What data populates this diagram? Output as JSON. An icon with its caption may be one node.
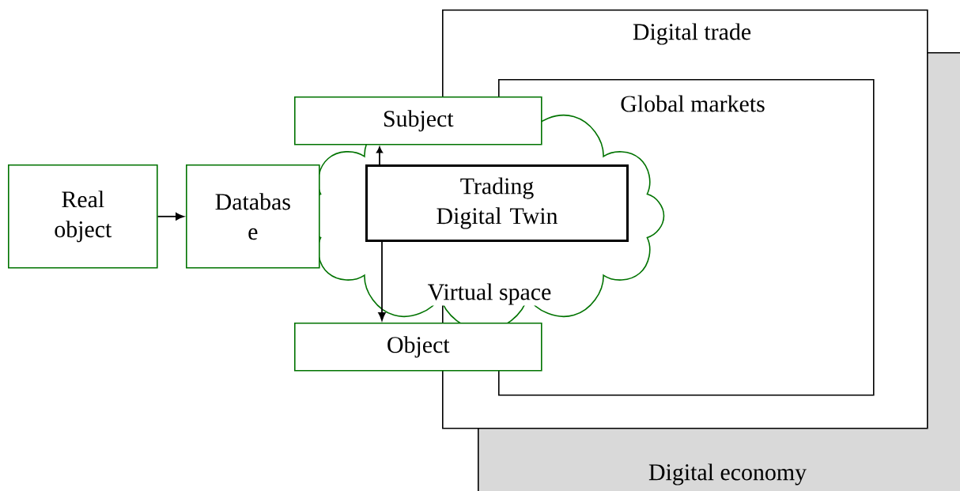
{
  "diagram": {
    "nodes": [
      {
        "text": [
          "Digital economy"
        ]
      },
      {
        "text": [
          "Digital trade"
        ]
      },
      {
        "text": [
          "Global markets"
        ],
        "in": 1
      },
      {
        "text": [
          "Virtual space"
        ]
      },
      {
        "text": [
          "Real object"
        ]
      },
      {
        "text": [
          "Databas e"
        ]
      },
      {
        "text": [
          "Subject"
        ]
      },
      {
        "text": [
          "Trading Digital Twin"
        ],
        "in": 3
      },
      {
        "text": [
          "Object"
        ]
      }
    ],
    "edges": [
      {
        "from": 4,
        "to": 5,
        "arrow": "to"
      },
      {
        "from": 7,
        "to": 8,
        "arrow": "to"
      },
      {
        "from": 7,
        "to": 6,
        "arrow": "to"
      }
    ]
  }
}
